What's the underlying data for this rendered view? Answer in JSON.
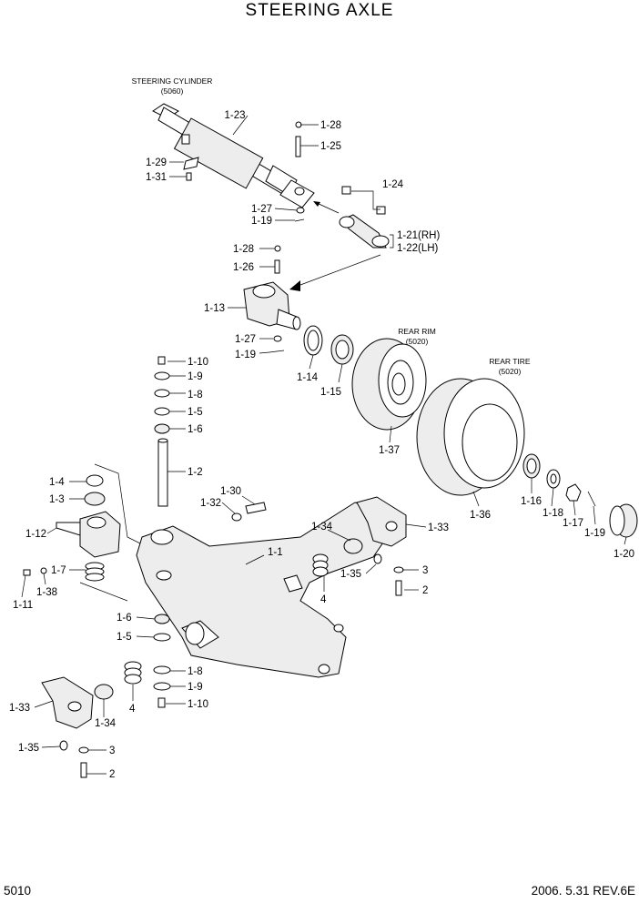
{
  "title": "STEERING AXLE",
  "footer": {
    "page": "5010",
    "date_rev": "2006. 5.31  REV.6E"
  },
  "subassemblies": {
    "steering_cylinder": {
      "name": "STEERING CYLINDER",
      "ref": "(5060)"
    },
    "rear_rim": {
      "name": "REAR RIM",
      "ref": "(5020)"
    },
    "rear_tire": {
      "name": "REAR TIRE",
      "ref": "(5020)"
    }
  },
  "callouts": [
    "1-23",
    "1-28",
    "1-25",
    "1-29",
    "1-31",
    "1-24",
    "1-27",
    "1-19",
    "1-21(RH)",
    "1-22(LH)",
    "1-28",
    "1-26",
    "1-13",
    "1-27",
    "1-19",
    "1-14",
    "1-15",
    "1-37",
    "1-36",
    "1-10",
    "1-9",
    "1-8",
    "1-5",
    "1-6",
    "1-2",
    "1-4",
    "1-3",
    "1-12",
    "1-7",
    "1-11",
    "1-38",
    "1-30",
    "1-32",
    "1-1",
    "1-34",
    "1-33",
    "1-35",
    "4",
    "3",
    "2",
    "1-16",
    "1-18",
    "1-17",
    "1-19",
    "1-20",
    "1-6",
    "1-5",
    "1-8",
    "1-9",
    "4",
    "1-10",
    "1-33",
    "1-34",
    "1-35",
    "3",
    "2"
  ]
}
